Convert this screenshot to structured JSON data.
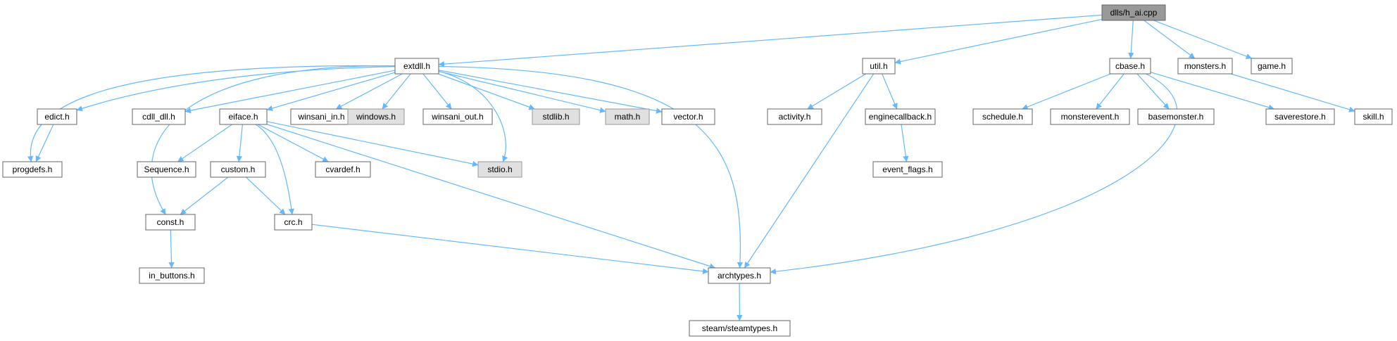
{
  "nodes": {
    "root": "dlls/h_ai.cpp",
    "extdll": "extdll.h",
    "util": "util.h",
    "cbase": "cbase.h",
    "monsters": "monsters.h",
    "game": "game.h",
    "edict": "edict.h",
    "cdll_dll": "cdll_dll.h",
    "eiface": "eiface.h",
    "winsani_in": "winsani_in.h",
    "windows": "windows.h",
    "winsani_out": "winsani_out.h",
    "stdlib": "stdlib.h",
    "math": "math.h",
    "vector": "vector.h",
    "activity": "activity.h",
    "enginecallback": "enginecallback.h",
    "schedule": "schedule.h",
    "monsterevent": "monsterevent.h",
    "basemonster": "basemonster.h",
    "saverestore": "saverestore.h",
    "skill": "skill.h",
    "progdefs": "progdefs.h",
    "sequence": "Sequence.h",
    "custom": "custom.h",
    "cvardef": "cvardef.h",
    "stdio": "stdio.h",
    "event_flags": "event_flags.h",
    "const": "const.h",
    "crc": "crc.h",
    "in_buttons": "in_buttons.h",
    "archtypes": "archtypes.h",
    "steamtypes": "steam/steamtypes.h"
  },
  "node_styles": {
    "root": "current",
    "windows": "system",
    "stdlib": "system",
    "math": "system",
    "stdio": "system"
  },
  "colors": {
    "edge": "#63b8ff",
    "node_fill": "#ffffff",
    "node_border": "#666666",
    "current_fill": "#999999",
    "current_border": "#666666",
    "system_fill": "#e0e0e0",
    "system_border": "#999999"
  },
  "edges": [
    [
      "root",
      "extdll"
    ],
    [
      "root",
      "util"
    ],
    [
      "root",
      "cbase"
    ],
    [
      "root",
      "monsters"
    ],
    [
      "root",
      "game"
    ],
    [
      "extdll",
      "edict"
    ],
    [
      "extdll",
      "progdefs"
    ],
    [
      "extdll",
      "cdll_dll"
    ],
    [
      "extdll",
      "eiface"
    ],
    [
      "extdll",
      "winsani_in"
    ],
    [
      "extdll",
      "windows"
    ],
    [
      "extdll",
      "winsani_out"
    ],
    [
      "extdll",
      "stdlib"
    ],
    [
      "extdll",
      "math"
    ],
    [
      "extdll",
      "vector"
    ],
    [
      "extdll",
      "stdio"
    ],
    [
      "extdll",
      "const"
    ],
    [
      "extdll",
      "archtypes"
    ],
    [
      "edict",
      "progdefs"
    ],
    [
      "eiface",
      "sequence"
    ],
    [
      "eiface",
      "custom"
    ],
    [
      "eiface",
      "cvardef"
    ],
    [
      "eiface",
      "stdio"
    ],
    [
      "eiface",
      "crc"
    ],
    [
      "eiface",
      "archtypes"
    ],
    [
      "custom",
      "const"
    ],
    [
      "custom",
      "crc"
    ],
    [
      "const",
      "in_buttons"
    ],
    [
      "crc",
      "archtypes"
    ],
    [
      "archtypes",
      "steamtypes"
    ],
    [
      "util",
      "activity"
    ],
    [
      "util",
      "enginecallback"
    ],
    [
      "util",
      "archtypes"
    ],
    [
      "enginecallback",
      "event_flags"
    ],
    [
      "cbase",
      "schedule"
    ],
    [
      "cbase",
      "monsterevent"
    ],
    [
      "cbase",
      "basemonster"
    ],
    [
      "cbase",
      "saverestore"
    ],
    [
      "cbase",
      "archtypes"
    ],
    [
      "monsters",
      "skill"
    ]
  ]
}
